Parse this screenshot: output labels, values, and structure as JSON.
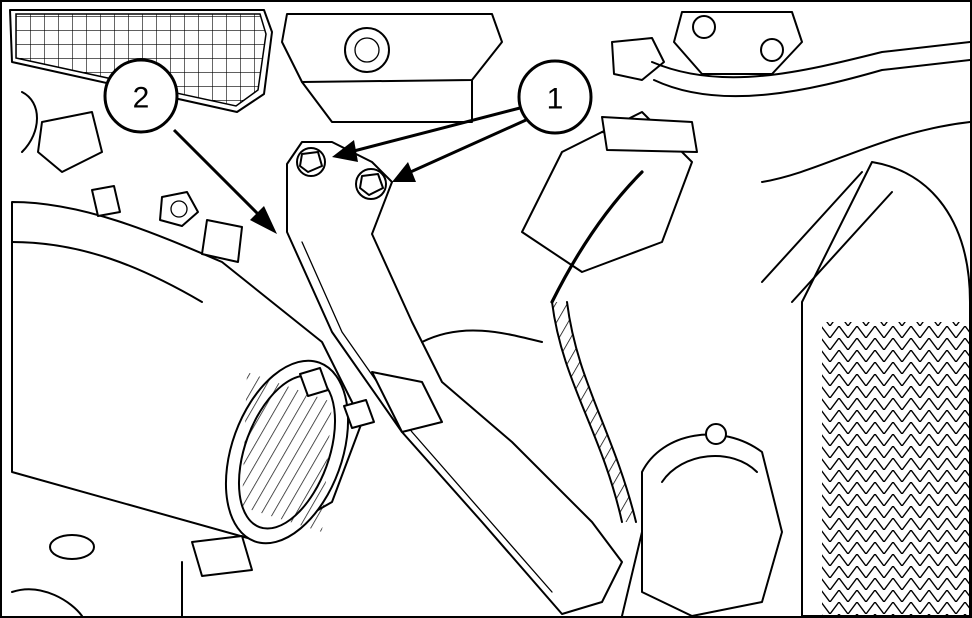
{
  "callouts": [
    {
      "id": "callout-1",
      "label": "1"
    },
    {
      "id": "callout-2",
      "label": "2"
    }
  ],
  "colors": {
    "line": "#000000",
    "background": "#ffffff"
  }
}
